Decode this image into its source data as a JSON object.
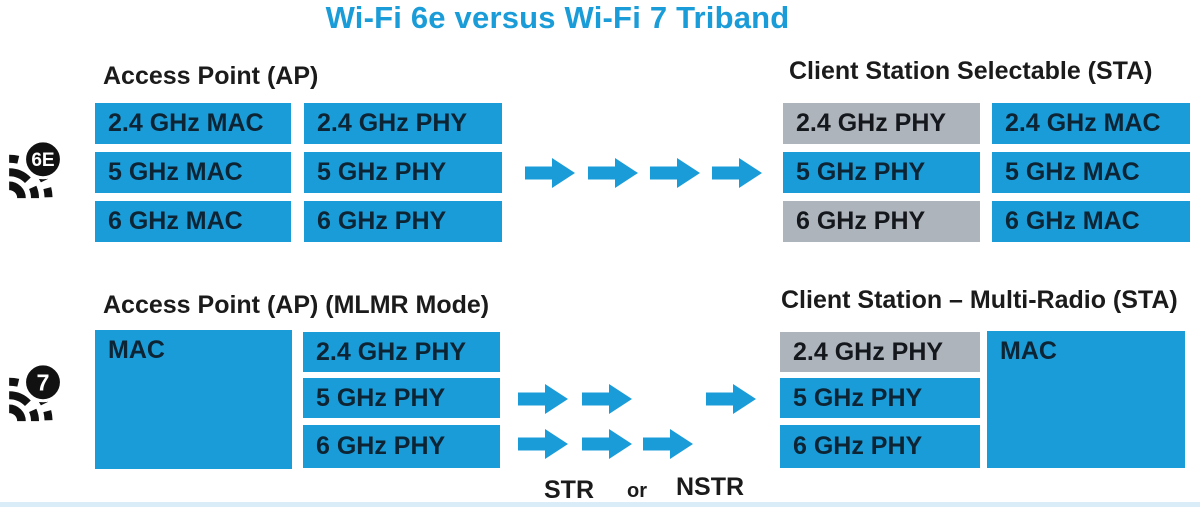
{
  "title": "Wi-Fi 6e versus Wi-Fi 7 Triband",
  "colors": {
    "accent_blue": "#1A9CD8",
    "box_blue": "#1A9CD8",
    "box_gray": "#AEB4BC",
    "box_text": "#0C2433",
    "heading_text": "#1B1B1B",
    "bottom_strip": "#D9ECF7"
  },
  "wifi6e": {
    "badge_label": "6E",
    "icon_name": "wifi-6e-signal-badge-icon",
    "ap": {
      "heading": "Access Point (AP)",
      "mac_column": [
        "2.4 GHz MAC",
        "5 GHz MAC",
        "6 GHz MAC"
      ],
      "phy_column": [
        "2.4 GHz PHY",
        "5 GHz PHY",
        "6 GHz PHY"
      ]
    },
    "arrow_count": 4,
    "sta": {
      "heading": "Client Station Selectable (STA)",
      "phy_column": [
        {
          "label": "2.4 GHz PHY",
          "variant": "gray"
        },
        {
          "label": "5 GHz PHY",
          "variant": "blue"
        },
        {
          "label": "6 GHz PHY",
          "variant": "gray"
        }
      ],
      "mac_column": [
        "2.4 GHz MAC",
        "5 GHz MAC",
        "6 GHz MAC"
      ]
    }
  },
  "wifi7": {
    "badge_label": "7",
    "icon_name": "wifi-7-signal-badge-icon",
    "ap": {
      "heading": "Access Point (AP) (MLMR Mode)",
      "mac_label": "MAC",
      "phy_column": [
        "2.4 GHz PHY",
        "5 GHz PHY",
        "6 GHz PHY"
      ]
    },
    "links": {
      "row1_arrow_count": 3,
      "row2_arrow_count": 3,
      "str_label": "STR",
      "or_label": "or",
      "nstr_label": "NSTR"
    },
    "sta": {
      "heading": "Client Station – Multi-Radio (STA)",
      "phy_column": [
        {
          "label": "2.4 GHz PHY",
          "variant": "gray"
        },
        {
          "label": "5 GHz PHY",
          "variant": "blue"
        },
        {
          "label": "6 GHz PHY",
          "variant": "blue"
        }
      ],
      "mac_label": "MAC"
    }
  }
}
